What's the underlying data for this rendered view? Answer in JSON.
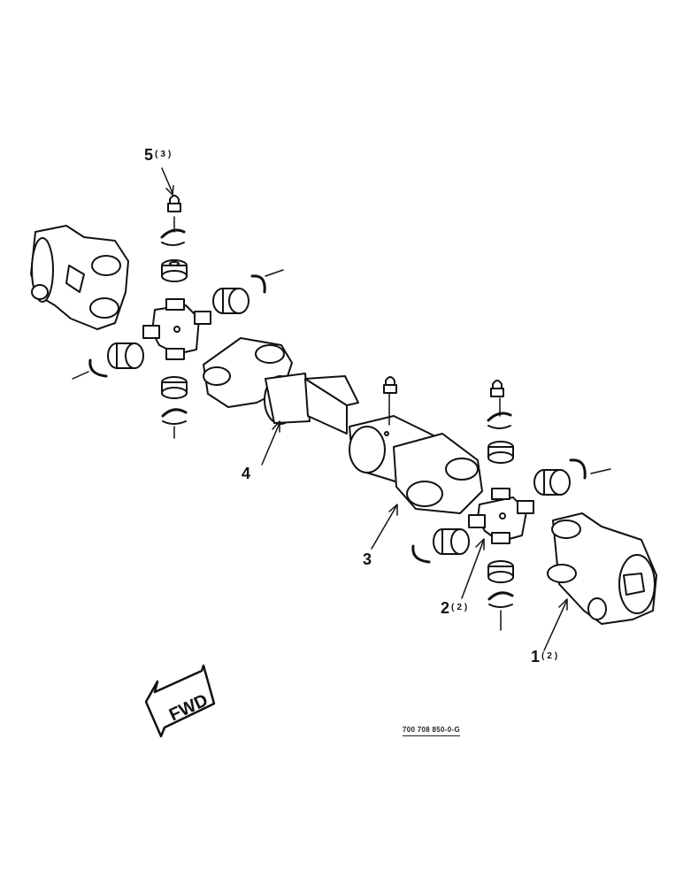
{
  "callouts": [
    {
      "id": "c5",
      "number": "5",
      "qty": "(3)"
    },
    {
      "id": "c4",
      "number": "4",
      "qty": ""
    },
    {
      "id": "c3",
      "number": "3",
      "qty": ""
    },
    {
      "id": "c2",
      "number": "2",
      "qty": "(2)"
    },
    {
      "id": "c1",
      "number": "1",
      "qty": "(2)"
    }
  ],
  "fwd_arrow": {
    "label": "FWD"
  },
  "drawing_number": "700 708 850-0-G"
}
